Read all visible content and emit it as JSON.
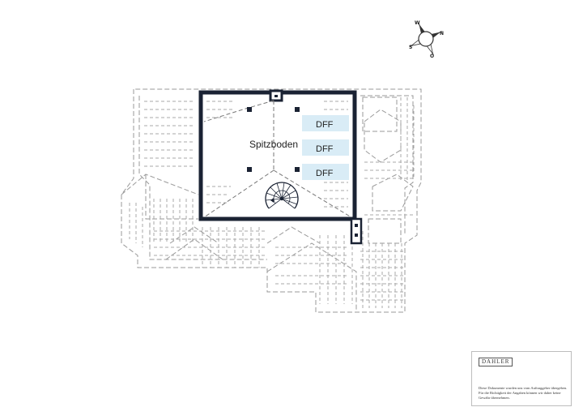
{
  "plan": {
    "room_name": "Spitzboden",
    "skylights": [
      "DFF",
      "DFF",
      "DFF"
    ]
  },
  "compass": {
    "north": "N",
    "east": "O",
    "south": "S",
    "west": "W"
  },
  "legend": {
    "brand": "DAHLER",
    "disclaimer": "Diese Dokumente wurden uns vom Auftraggeber übergeben. Für die Richtigkeit der Angaben können wir daher keine Gewähr übernehmen."
  },
  "colors": {
    "wall": "#1a2233",
    "skylight": "#d9ecf6",
    "dashed_outline": "#9a9a9a"
  }
}
